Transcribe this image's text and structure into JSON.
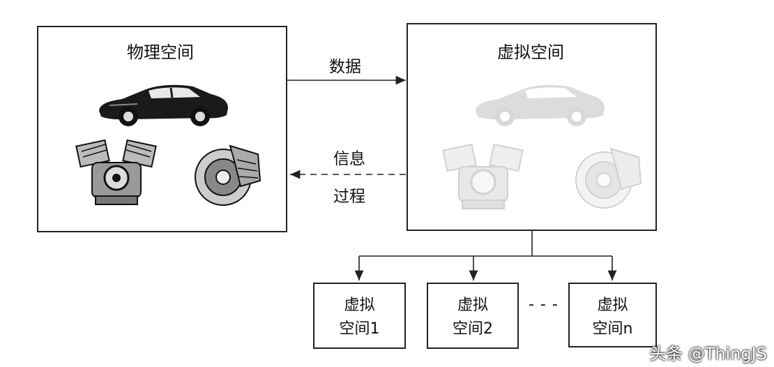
{
  "physical": {
    "title": "物理空间"
  },
  "virtual": {
    "title": "虚拟空间"
  },
  "arrows": {
    "data_label": "数据",
    "info_label": "信息",
    "process_label": "过程"
  },
  "subspaces": [
    {
      "line1": "虚拟",
      "line2": "空间1"
    },
    {
      "line1": "虚拟",
      "line2": "空间2"
    },
    {
      "line1": "虚拟",
      "line2": "空间n"
    }
  ],
  "ellipsis": "- - -",
  "watermark": "头条 @ThingJS",
  "icons": [
    "car-icon",
    "engine-icon",
    "brake-disc-icon"
  ]
}
